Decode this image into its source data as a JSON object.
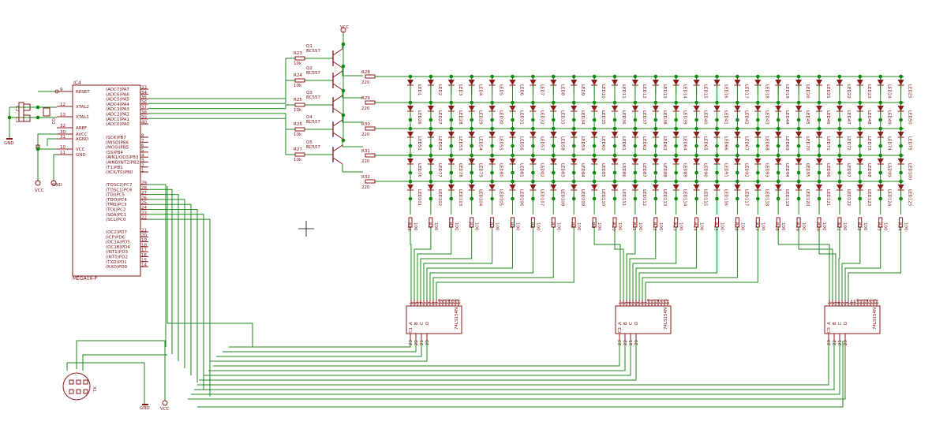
{
  "colors": {
    "wire": "#1a8a1a",
    "part": "#8b1a1a",
    "junction": "#0f8a0f",
    "background": "#ffffff"
  },
  "mcu": {
    "name": "IC4",
    "part": "MEGA16-P",
    "left_pins": [
      {
        "num": "9",
        "name": "RESET"
      },
      {
        "num": "12",
        "name": "XTAL2"
      },
      {
        "num": "13",
        "name": "XTAL1"
      },
      {
        "num": "32",
        "name": "AREF"
      },
      {
        "num": "30",
        "name": "AVCC"
      },
      {
        "num": "31",
        "name": "AGND"
      },
      {
        "num": "10",
        "name": "VCC"
      },
      {
        "num": "11",
        "name": "GND"
      }
    ],
    "right_pins": [
      {
        "num": "33",
        "name": "(ADC7)PA7"
      },
      {
        "num": "34",
        "name": "(ADC6)PA6"
      },
      {
        "num": "35",
        "name": "(ADC5)PA5"
      },
      {
        "num": "36",
        "name": "(ADC4)PA4"
      },
      {
        "num": "37",
        "name": "(ADC3)PA3"
      },
      {
        "num": "38",
        "name": "(ADC2)PA2"
      },
      {
        "num": "39",
        "name": "(ADC1)PA1"
      },
      {
        "num": "40",
        "name": "(ADC0)PA0"
      },
      {
        "num": "8",
        "name": "(SCK)PB7"
      },
      {
        "num": "7",
        "name": "(MISO)PB6"
      },
      {
        "num": "6",
        "name": "(MOSI)PB5"
      },
      {
        "num": "5",
        "name": "(SS)PB4"
      },
      {
        "num": "4",
        "name": "(AIN1/OC0)PB3"
      },
      {
        "num": "3",
        "name": "(AIN0/INT2)PB2"
      },
      {
        "num": "2",
        "name": "(T1)PB1"
      },
      {
        "num": "1",
        "name": "(XCK/T0)PB0"
      },
      {
        "num": "29",
        "name": "(TOSC2)PC7"
      },
      {
        "num": "28",
        "name": "(TOSC1)PC6"
      },
      {
        "num": "27",
        "name": "(TDI)PC5"
      },
      {
        "num": "26",
        "name": "(TDO)PC4"
      },
      {
        "num": "25",
        "name": "(TMS)PC3"
      },
      {
        "num": "24",
        "name": "(TCK)PC2"
      },
      {
        "num": "23",
        "name": "(SDA)PC1"
      },
      {
        "num": "22",
        "name": "(SCL)PC0"
      },
      {
        "num": "21",
        "name": "(OC2)PD7"
      },
      {
        "num": "20",
        "name": "(ICP)PD6"
      },
      {
        "num": "19",
        "name": "(OC1A)PD5"
      },
      {
        "num": "18",
        "name": "(OC1B)PD4"
      },
      {
        "num": "17",
        "name": "(INT1)PD3"
      },
      {
        "num": "16",
        "name": "(INT0)PD2"
      },
      {
        "num": "15",
        "name": "(TXD)PD1"
      },
      {
        "num": "14",
        "name": "(RXD)PD0"
      }
    ]
  },
  "caps": [
    {
      "name": "C2"
    },
    {
      "name": "C3"
    },
    {
      "name": "Q2"
    }
  ],
  "power_labels": {
    "vcc": "VCC",
    "gnd": "GND"
  },
  "transistors": [
    {
      "name": "Q1",
      "part": "BC557"
    },
    {
      "name": "Q2",
      "part": "BC557"
    },
    {
      "name": "Q3",
      "part": "BC557"
    },
    {
      "name": "Q4",
      "part": "BC557"
    },
    {
      "name": "Q5",
      "part": "BC557"
    }
  ],
  "base_resistors": [
    {
      "name": "R23",
      "value": "10k"
    },
    {
      "name": "R24",
      "value": "10k"
    },
    {
      "name": "R25",
      "value": "10k"
    },
    {
      "name": "R26",
      "value": "10k"
    },
    {
      "name": "R27",
      "value": "10k"
    }
  ],
  "row_resistors": [
    {
      "name": "R28",
      "value": "220"
    },
    {
      "name": "R29",
      "value": "220"
    },
    {
      "name": "R30",
      "value": "220"
    },
    {
      "name": "R31",
      "value": "220"
    },
    {
      "name": "R32",
      "value": "220"
    }
  ],
  "column_resistor_names": [
    "R36",
    "R1",
    "R2",
    "R3",
    "R4",
    "R5",
    "R6",
    "R7",
    "R8",
    "R9",
    "R10",
    "R11",
    "R12",
    "R13",
    "R14",
    "R15",
    "R16",
    "R17",
    "R18",
    "R19",
    "R20",
    "R21",
    "R22",
    "R33",
    "R34"
  ],
  "column_resistor_value": "100",
  "led_prefix": "LED",
  "led_columns": 25,
  "led_rows": 5,
  "decoders": [
    {
      "name": "IC1",
      "part": "74LS154N"
    },
    {
      "name": "IC2",
      "part": "74LS154N"
    },
    {
      "name": "IC3",
      "part": "74LS154N"
    }
  ],
  "decoder_pins_top": [
    "1",
    "2",
    "3",
    "4",
    "5",
    "6",
    "7",
    "8",
    "9",
    "10",
    "11",
    "13",
    "14",
    "15",
    "16",
    "17"
  ],
  "decoder_pins_bottom": [
    "23",
    "22",
    "21",
    "20"
  ],
  "decoder_inputs": [
    "A",
    "B",
    "C",
    "D"
  ],
  "connector": {
    "name": "X1"
  }
}
